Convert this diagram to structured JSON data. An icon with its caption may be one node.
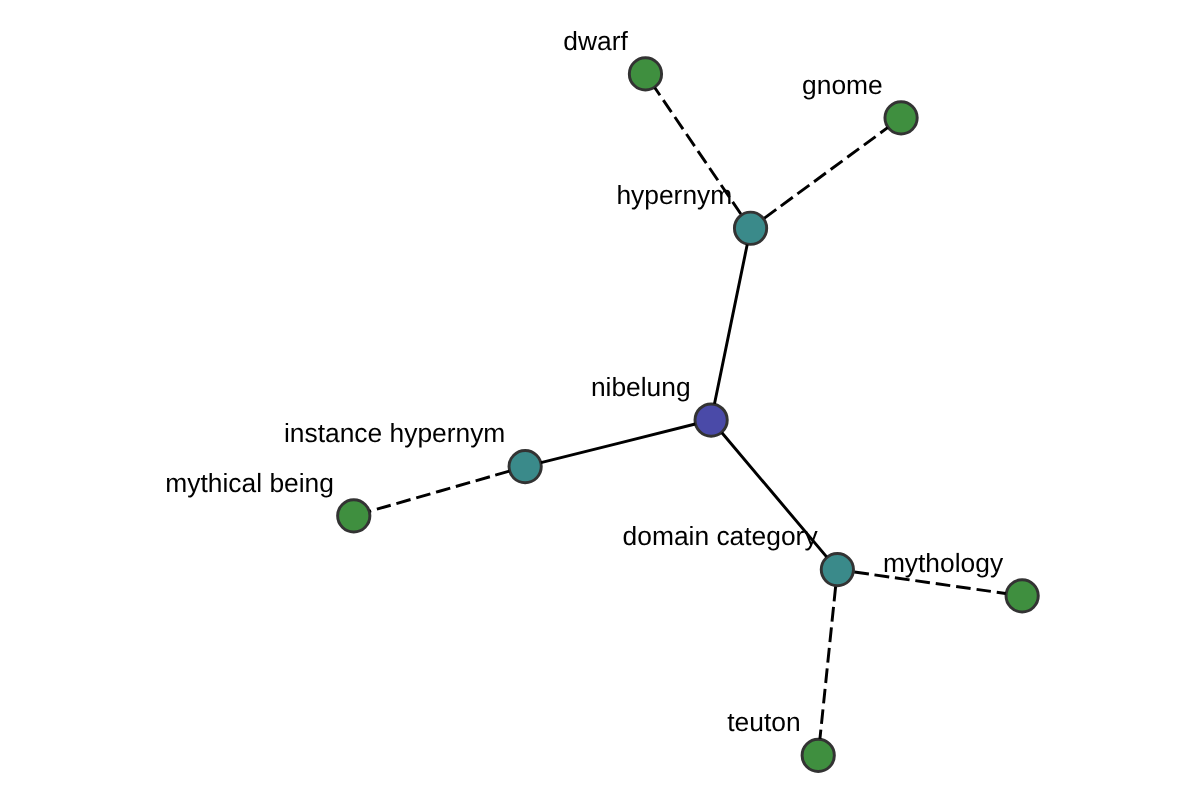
{
  "diagram": {
    "nodes": [
      {
        "text": [
          "teuton"
        ]
      },
      {
        "text": [
          "mythology"
        ]
      },
      {
        "text": [
          "domain category"
        ]
      },
      {
        "text": [
          "dwarf"
        ]
      },
      {
        "text": [
          "nibelung"
        ]
      },
      {
        "text": [
          "hypernym"
        ]
      },
      {
        "text": [
          "instance hypernym"
        ]
      },
      {
        "text": [
          "gnome"
        ]
      },
      {
        "text": [
          "mythical being"
        ]
      }
    ],
    "edges": [
      {
        "from": 4,
        "to": 2,
        "arrow": "none"
      },
      {
        "from": 4,
        "to": 5,
        "arrow": "none"
      },
      {
        "from": 4,
        "to": 6,
        "arrow": "none"
      },
      {
        "from": 2,
        "to": 0,
        "arrow": "none",
        "style": "dashed"
      },
      {
        "from": 2,
        "to": 1,
        "arrow": "none",
        "style": "dashed"
      },
      {
        "from": 5,
        "to": 3,
        "arrow": "none",
        "style": "dashed"
      },
      {
        "from": 5,
        "to": 7,
        "arrow": "none",
        "style": "dashed"
      },
      {
        "from": 6,
        "to": 8,
        "arrow": "none",
        "style": "dashed"
      }
    ]
  }
}
